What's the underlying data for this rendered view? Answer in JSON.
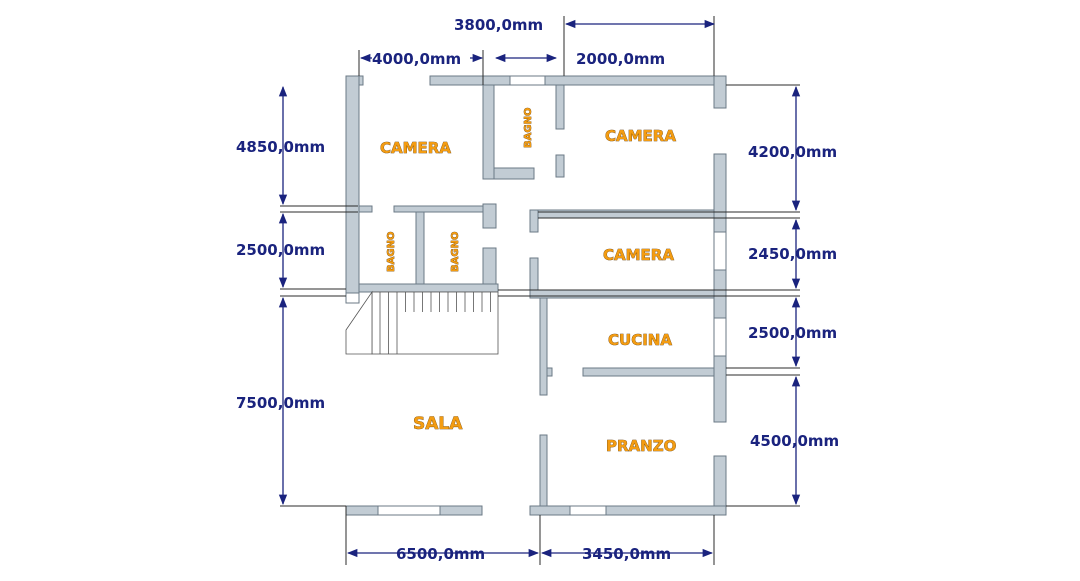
{
  "colors": {
    "walls": "#c2ccd4",
    "dimensions": "#1a237e",
    "room_labels": "#f39c12"
  },
  "rooms": {
    "camera_1": "CAMERA",
    "camera_2": "CAMERA",
    "camera_3": "CAMERA",
    "bagno_1": "BAGNO",
    "bagno_2": "BAGNO",
    "bagno_3": "BAGNO",
    "cucina": "CUCINA",
    "sala": "SALA",
    "pranzo": "PRANZO"
  },
  "dimensions": {
    "top_3800": "3800,0mm",
    "top_4000": "4000,0mm",
    "top_2000": "2000,0mm",
    "left_4850": "4850,0mm",
    "left_2500": "2500,0mm",
    "left_7500": "7500,0mm",
    "right_4200": "4200,0mm",
    "right_2450": "2450,0mm",
    "right_2500": "2500,0mm",
    "right_4500": "4500,0mm",
    "bottom_6500": "6500,0mm",
    "bottom_3450": "3450,0mm"
  }
}
